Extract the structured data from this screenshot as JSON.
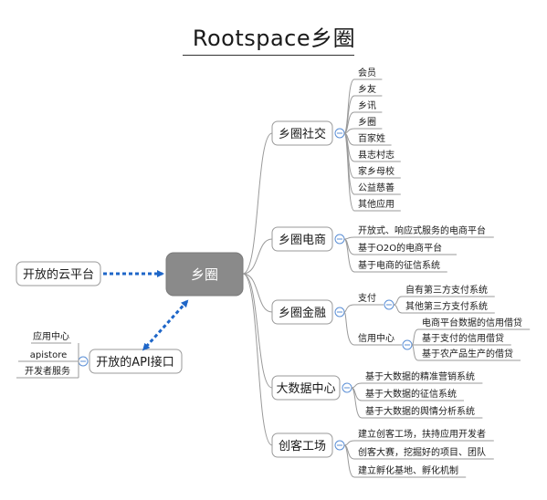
{
  "title": "Rootspace乡圈",
  "center": {
    "label": "乡圈"
  },
  "left_nodes": {
    "cloud": "开放的云平台",
    "api": "开放的API接口",
    "api_children": [
      "应用中心",
      "apistore",
      "开发者服务"
    ]
  },
  "branches": [
    {
      "label": "乡圈社交",
      "items": [
        "会员",
        "乡友",
        "乡讯",
        "乡圈",
        "百家姓",
        "县志村志",
        "家乡母校",
        "公益慈善",
        "其他应用"
      ]
    },
    {
      "label": "乡圈电商",
      "items": [
        "开放式、响应式服务的电商平台",
        "基于O2O的电商平台",
        "基于电商的征信系统"
      ]
    },
    {
      "label": "乡圈金融",
      "groups": [
        {
          "label": "支付",
          "items": [
            "自有第三方支付系统",
            "其他第三方支付系统"
          ]
        },
        {
          "label": "信用中心",
          "items": [
            "电商平台数据的信用借贷",
            "基于支付的信用借贷",
            "基于农产品生产的借贷"
          ]
        }
      ]
    },
    {
      "label": "大数据中心",
      "items": [
        "基于大数据的精准营销系统",
        "基于大数据的征信系统",
        "基于大数据的舆情分析系统"
      ]
    },
    {
      "label": "创客工场",
      "items": [
        "建立创客工场，扶持应用开发者",
        "创客大赛，挖掘好的项目、团队",
        "建立孵化基地、孵化机制"
      ]
    }
  ],
  "colors": {
    "center_fill": "#8a8a8a",
    "node_border": "#9a9a9a",
    "arrow": "#1e66c8",
    "collapse_icon": "#5b8fd6"
  }
}
